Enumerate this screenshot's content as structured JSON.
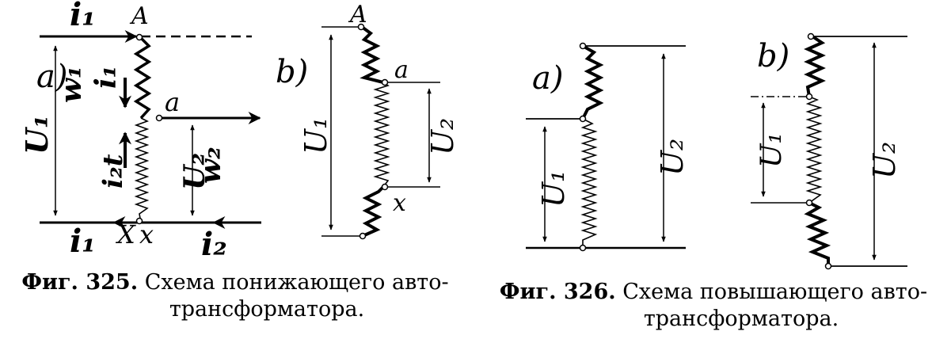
{
  "figure325": {
    "caption_number": "Фиг. 325.",
    "caption_line1": "Схема понижающего авто-",
    "caption_line2": "трансформатора.",
    "diagram_a": {
      "panel": "a)",
      "node_A": "A",
      "node_a": "a",
      "node_X": "X",
      "node_x": "x",
      "current_top": "i₁",
      "current_in_coil": "i₁",
      "current_common": "i₂t",
      "current_bottom_left": "i₁",
      "current_bottom_right": "i₂",
      "winding_1": "w₁",
      "winding_2": "w₂",
      "voltage_1": "U₁",
      "voltage_2": "U₂"
    },
    "diagram_b": {
      "panel": "b)",
      "node_A": "A",
      "node_a": "a",
      "node_x": "x",
      "voltage_1": "U₁",
      "voltage_2": "U₂"
    }
  },
  "figure326": {
    "caption_number": "Фиг. 326.",
    "caption_line1": "Схема повышающего авто-",
    "caption_line2": "трансформатора.",
    "diagram_a": {
      "panel": "a)",
      "voltage_1": "U₁",
      "voltage_2": "U₂"
    },
    "diagram_b": {
      "panel": "b)",
      "voltage_1": "U₁",
      "voltage_2": "U₂"
    }
  }
}
